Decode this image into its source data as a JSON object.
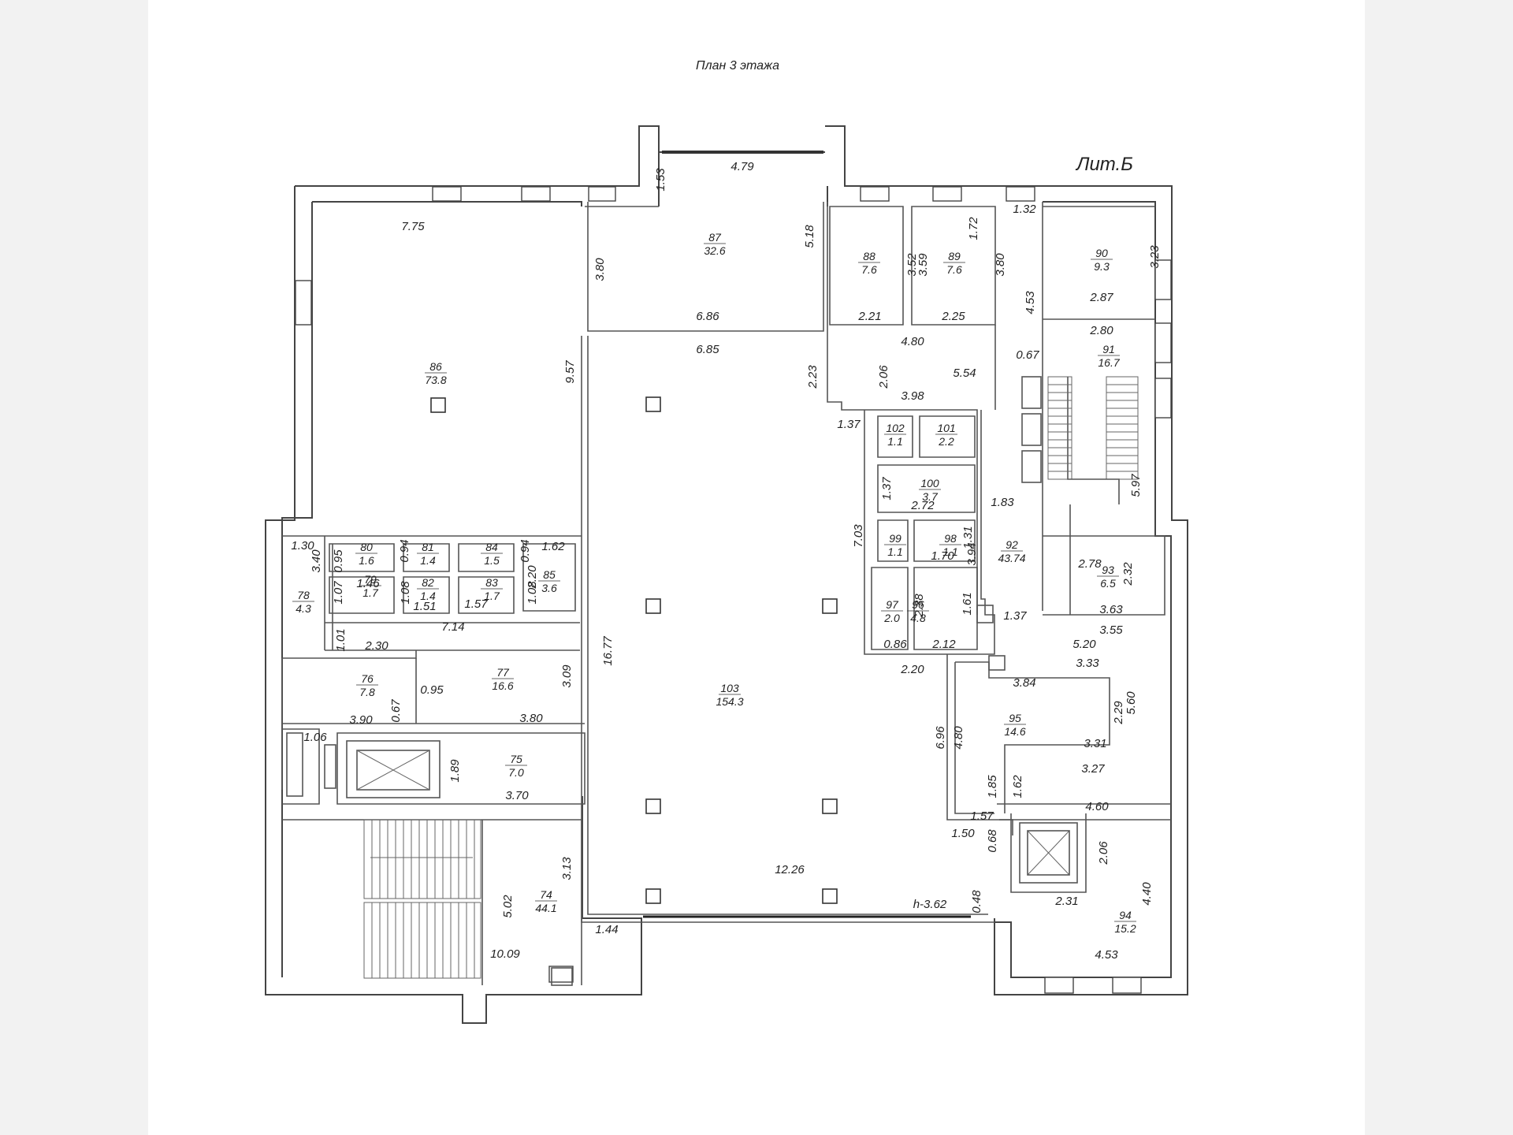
{
  "plan": {
    "title": "План 3 этажа",
    "building_label": "Лит.Б"
  },
  "rooms": [
    {
      "number": "86",
      "area": "73.8"
    },
    {
      "number": "87",
      "area": "32.6"
    },
    {
      "number": "88",
      "area": "7.6"
    },
    {
      "number": "89",
      "area": "7.6"
    },
    {
      "number": "90",
      "area": "9.3"
    },
    {
      "number": "91",
      "area": "16.7"
    },
    {
      "number": "92",
      "area": "43.74"
    },
    {
      "number": "93",
      "area": "6.5"
    },
    {
      "number": "94",
      "area": "15.2"
    },
    {
      "number": "95",
      "area": "14.6"
    },
    {
      "number": "96",
      "area": "4.8"
    },
    {
      "number": "97",
      "area": "2.0"
    },
    {
      "number": "98",
      "area": "1.1"
    },
    {
      "number": "99",
      "area": "1.1"
    },
    {
      "number": "100",
      "area": "3.7"
    },
    {
      "number": "101",
      "area": "2.2"
    },
    {
      "number": "102",
      "area": "1.1"
    },
    {
      "number": "103",
      "area": "154.3"
    },
    {
      "number": "74",
      "area": "44.1"
    },
    {
      "number": "75",
      "area": "7.0"
    },
    {
      "number": "76",
      "area": "7.8"
    },
    {
      "number": "77",
      "area": "16.6"
    },
    {
      "number": "78",
      "area": "4.3"
    },
    {
      "number": "79",
      "area": "1.7"
    },
    {
      "number": "80",
      "area": "1.6"
    },
    {
      "number": "81",
      "area": "1.4"
    },
    {
      "number": "82",
      "area": "1.4"
    },
    {
      "number": "83",
      "area": "1.7"
    },
    {
      "number": "84",
      "area": "1.5"
    },
    {
      "number": "85",
      "area": "3.6"
    }
  ],
  "dimensions": [
    "4.79",
    "1.53",
    "7.75",
    "5.18",
    "3.80",
    "6.86",
    "6.85",
    "9.57",
    "1.32",
    "1.72",
    "3.52",
    "3.59",
    "3.80",
    "3.23",
    "2.87",
    "4.53",
    "2.21",
    "2.25",
    "4.80",
    "2.80",
    "0.67",
    "2.23",
    "2.06",
    "5.54",
    "3.98",
    "1.37",
    "1.37",
    "2.72",
    "1.83",
    "5.97",
    "7.03",
    "1.31",
    "1.70",
    "3.94",
    "2.78",
    "2.32",
    "1.61",
    "2.38",
    "0.86",
    "2.12",
    "1.37",
    "3.63",
    "3.55",
    "2.20",
    "5.20",
    "3.33",
    "3.84",
    "5.60",
    "2.29",
    "6.96",
    "4.80",
    "3.31",
    "3.27",
    "1.85",
    "1.62",
    "4.60",
    "1.57",
    "1.50",
    "0.68",
    "2.06",
    "2.31",
    "4.40",
    "4.53",
    "16.77",
    "12.26",
    "h-3.62",
    "0.48",
    "1.44",
    "3.13",
    "5.02",
    "10.09",
    "1.30",
    "3.40",
    "0.95",
    "1.07",
    "1.46",
    "1.08",
    "0.94",
    "0.94",
    "1.57",
    "1.08",
    "1.62",
    "2.20",
    "1.51",
    "7.14",
    "1.01",
    "2.30",
    "0.95",
    "3.09",
    "0.67",
    "3.90",
    "3.80",
    "1.06",
    "1.89",
    "3.70"
  ]
}
